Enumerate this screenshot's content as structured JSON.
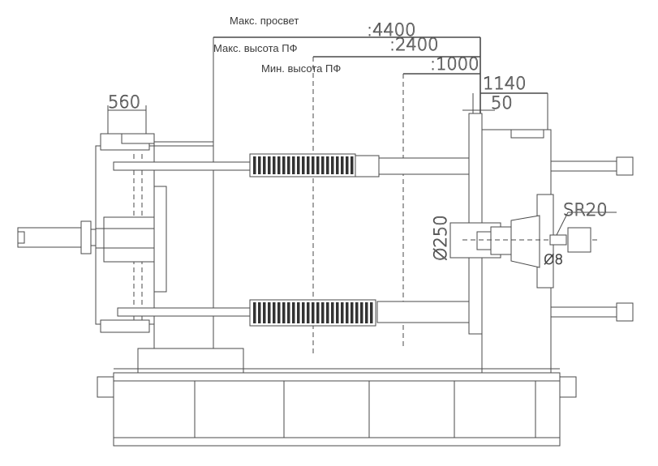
{
  "title": "Injection molding machine side view",
  "dimensions": {
    "max_clearance_label": "Макс. просвет",
    "max_clearance_value": ":4400",
    "max_mold_height_label": "Макс. высота ПФ",
    "max_mold_height_value": ":2400",
    "min_mold_height_label": "Мин. высота ПФ",
    "min_mold_height_value": ":1000",
    "dim_1140": "1140",
    "dim_50": "50",
    "dim_560": "560",
    "sphere_radius": "SR20",
    "locating_ring_dia": "Ø250",
    "nozzle_hole_dia": "Ø8"
  }
}
